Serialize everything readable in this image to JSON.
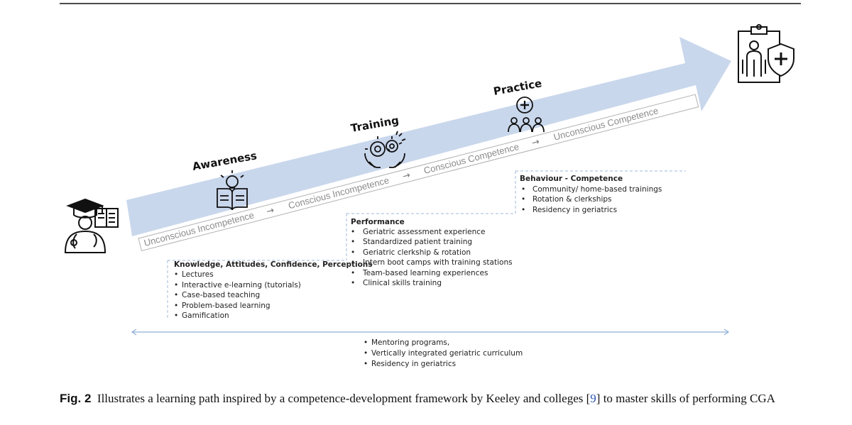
{
  "stages": {
    "awareness": "Awareness",
    "training": "Training",
    "practice": "Practice"
  },
  "competence_levels": [
    "Unconscious Incompetence",
    "Conscious Incompetence",
    "Conscious Competence",
    "Unconscious Competence"
  ],
  "boxes": {
    "awareness": {
      "title": "Knowledge, Attitudes, Confidence, Perceptions",
      "items": [
        "Lectures",
        "Interactive e-learning (tutorials)",
        "Case-based teaching",
        "Problem-based learning",
        "Gamification"
      ]
    },
    "performance": {
      "title": "Performance",
      "items": [
        "Geriatric assessment experience",
        "Standardized patient training",
        "Geriatric clerkship & rotation",
        "Intern boot camps with training stations",
        "Team-based learning experiences",
        "Clinical skills training"
      ]
    },
    "behaviour": {
      "title": "Behaviour - Competence",
      "items": [
        "Community/ home-based trainings",
        "Rotation & clerkships",
        "Residency in geriatrics"
      ]
    }
  },
  "longitudinal": {
    "items": [
      "Mentoring programs,",
      "Vertically integrated geriatric curriculum",
      "Residency in geriatrics"
    ]
  },
  "icons": [
    "student-doctor-icon",
    "lightbulb-book-icon",
    "hands-gears-icon",
    "team-medical-icon",
    "clipboard-doctor-shield-icon"
  ],
  "colors": {
    "arrow_fill": "#c9d7ec",
    "band_text": "#8a8a8a",
    "dashed_line": "#9fb8d8",
    "timeline": "#8fb0d8"
  },
  "caption": {
    "label": "Fig. 2",
    "text_before": "Illustrates a learning path inspired by a competence-development framework by Keeley and colleges [",
    "ref": "9",
    "text_after": "] to master skills of performing CGA"
  }
}
